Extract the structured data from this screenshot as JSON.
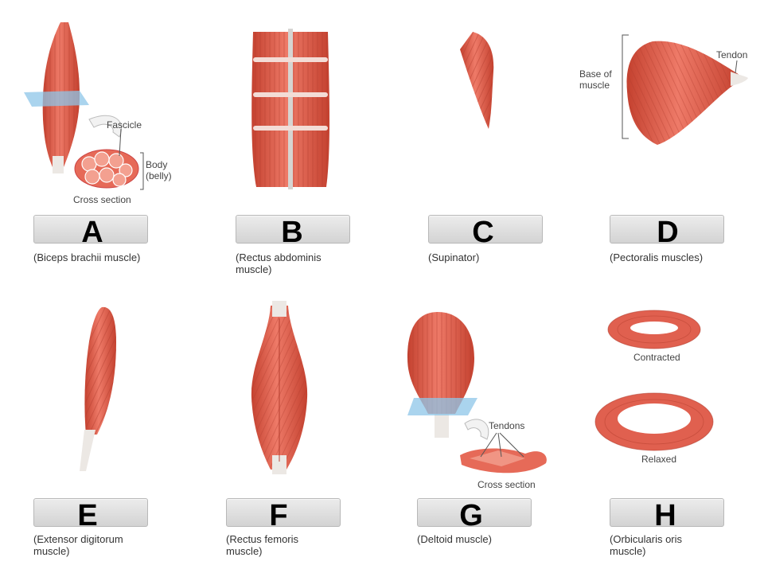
{
  "panels": [
    {
      "letter": "A",
      "caption_1": "(Biceps brachii muscle)",
      "caption_2": ""
    },
    {
      "letter": "B",
      "caption_1": "(Rectus abdominis",
      "caption_2": "muscle)"
    },
    {
      "letter": "C",
      "caption_1": "(Supinator)",
      "caption_2": ""
    },
    {
      "letter": "D",
      "caption_1": "(Pectoralis muscles)",
      "caption_2": ""
    },
    {
      "letter": "E",
      "caption_1": "(Extensor digitorum",
      "caption_2": "muscle)"
    },
    {
      "letter": "F",
      "caption_1": "(Rectus femoris",
      "caption_2": "muscle)"
    },
    {
      "letter": "G",
      "caption_1": "(Deltoid muscle)",
      "caption_2": ""
    },
    {
      "letter": "H",
      "caption_1": "(Orbicularis oris",
      "caption_2": "muscle)"
    }
  ],
  "annotations": {
    "fascicle": "Fascicle",
    "body_1": "Body",
    "body_2": "(belly)",
    "cross_section_a": "Cross section",
    "base_1": "Base of",
    "base_2": "muscle",
    "tendon": "Tendon",
    "tendons": "Tendons",
    "cross_section_g": "Cross section",
    "contracted": "Contracted",
    "relaxed": "Relaxed"
  },
  "colors": {
    "muscle": "#e0604f",
    "muscle_dark": "#b8382c",
    "muscle_light": "#f39a8a",
    "tendon": "#e8e4e0",
    "plane": "#8ec5e8",
    "label_box": "#dcdcdc"
  }
}
